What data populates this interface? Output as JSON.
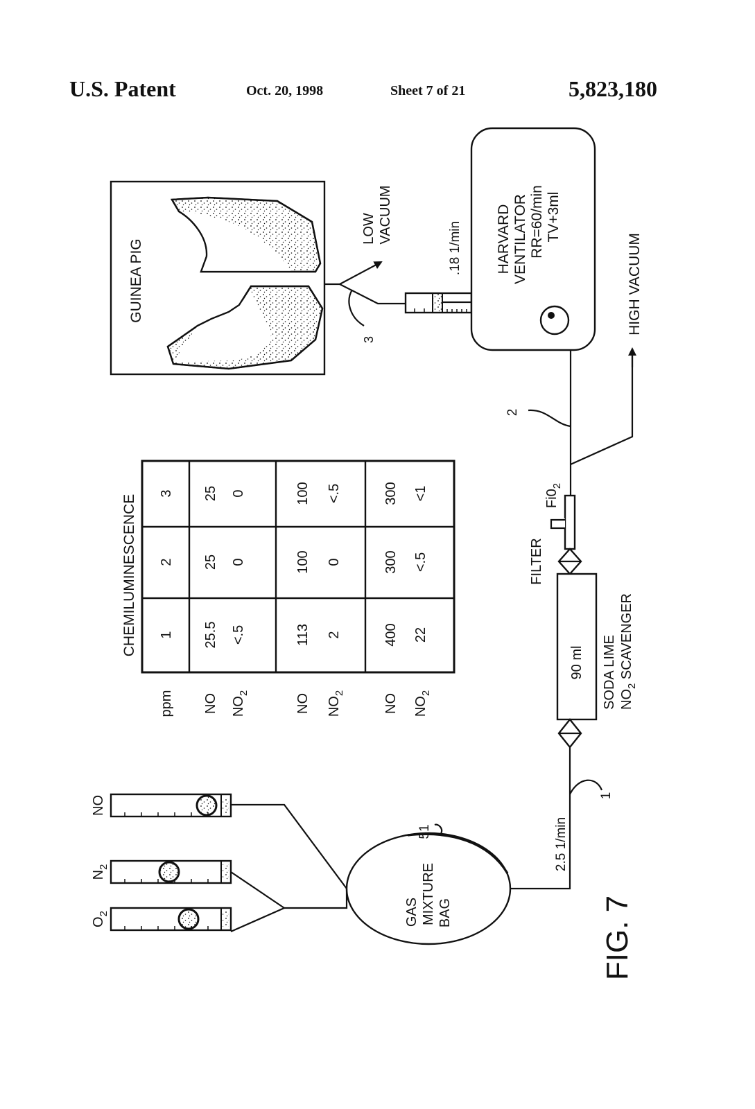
{
  "header": {
    "left": "U.S. Patent",
    "date": "Oct. 20, 1998",
    "sheet": "Sheet 7 of 21",
    "patent_number": "5,823,180"
  },
  "figure": {
    "label": "FIG. 7",
    "guinea_pig": {
      "label": "GUINEA PIG"
    },
    "low_vacuum": {
      "line1": "LOW",
      "line2": "VACUUM"
    },
    "syringe_flow": ".18 1/min",
    "ref_3": "3",
    "ventilator": {
      "line1": "HARVARD",
      "line2": "VENTILATOR",
      "line3": "RR=60/min",
      "line4": "TV+3ml"
    },
    "high_vacuum": "HIGH VACUUM",
    "ref_2": "2",
    "fio2": {
      "base": "Fi0",
      "sub": "2"
    },
    "filter": "FILTER",
    "scavenger": {
      "volume": "90 ml",
      "line1": "SODA LIME",
      "line2_base": "NO",
      "line2_sub": "2",
      "line2_rest": " SCAVENGER"
    },
    "ref_1": "1",
    "bag_flow": "2.5 1/min",
    "gas_bag": {
      "line1": "GAS",
      "line2": "MIXTURE",
      "line3": "BAG",
      "ref": "51"
    },
    "flowmeters": [
      {
        "base": "O",
        "sub": "2"
      },
      {
        "base": "N",
        "sub": "2"
      },
      {
        "base": "NO",
        "sub": ""
      }
    ],
    "table": {
      "title": "CHEMILUMINESCENCE",
      "header_label": "ppm",
      "columns": [
        "1",
        "2",
        "3"
      ],
      "groups": [
        {
          "rows": [
            {
              "label": "NO",
              "sub": "",
              "values": [
                "25.5",
                "25",
                "25"
              ]
            },
            {
              "label": "NO",
              "sub": "2",
              "values": [
                "<.5",
                "0",
                "0"
              ]
            }
          ]
        },
        {
          "rows": [
            {
              "label": "NO",
              "sub": "",
              "values": [
                "113",
                "100",
                "100"
              ]
            },
            {
              "label": "NO",
              "sub": "2",
              "values": [
                "2",
                "0",
                "<.5"
              ]
            }
          ]
        },
        {
          "rows": [
            {
              "label": "NO",
              "sub": "",
              "values": [
                "400",
                "300",
                "300"
              ]
            },
            {
              "label": "NO",
              "sub": "2",
              "values": [
                "22",
                "<.5",
                "<1"
              ]
            }
          ]
        }
      ]
    }
  }
}
